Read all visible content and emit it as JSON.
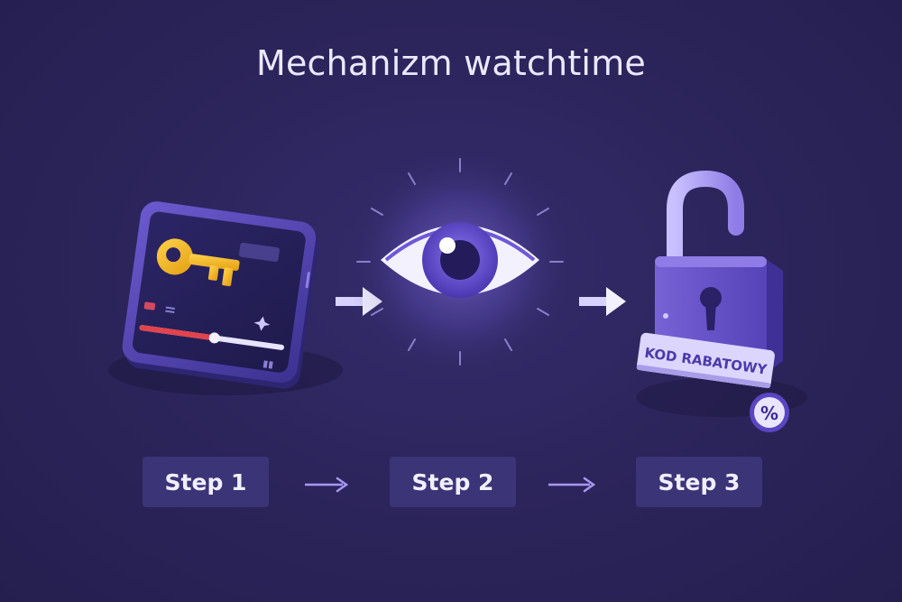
{
  "title": "Mechanizm watchtime",
  "steps": [
    {
      "label": "Step 1",
      "icon": "tablet-video-key-icon"
    },
    {
      "label": "Step 2",
      "icon": "eye-icon"
    },
    {
      "label": "Step 3",
      "icon": "unlocked-padlock-icon"
    }
  ],
  "coupon": {
    "label": "KOD RABATOWY",
    "badge": "%"
  },
  "colors": {
    "background": "#2a2358",
    "step_box": "#3b3476",
    "accent_purple": "#7a64d8",
    "key_gold": "#f2b824",
    "progress_red": "#e2434d"
  }
}
